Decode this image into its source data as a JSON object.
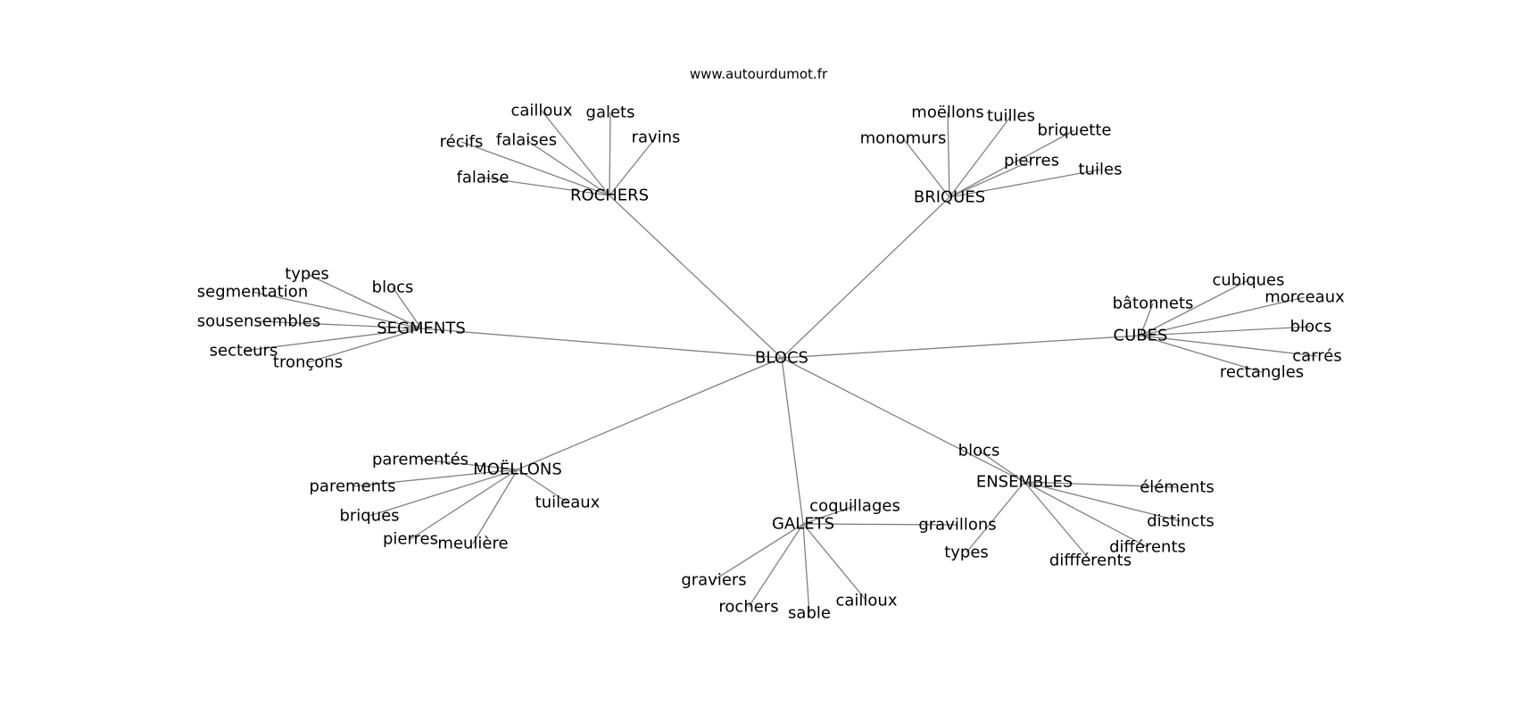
{
  "website": "www.autourdumot.fr",
  "center": {
    "id": "blocs",
    "label": "BLOCS"
  },
  "hubs": [
    {
      "id": "rochers",
      "label": "ROCHERS",
      "leaves": [
        {
          "id": "cailloux",
          "label": "cailloux"
        },
        {
          "id": "galets",
          "label": "galets"
        },
        {
          "id": "ravins",
          "label": "ravins"
        },
        {
          "id": "recifs",
          "label": "récifs"
        },
        {
          "id": "falaises",
          "label": "falaises"
        },
        {
          "id": "falaise",
          "label": "falaise"
        }
      ]
    },
    {
      "id": "briques",
      "label": "BRIQUES",
      "leaves": [
        {
          "id": "moellons-b",
          "label": "moëllons"
        },
        {
          "id": "tuilles",
          "label": "tuilles"
        },
        {
          "id": "briquette",
          "label": "briquette"
        },
        {
          "id": "monomurs",
          "label": "monomurs"
        },
        {
          "id": "pierres-b",
          "label": "pierres"
        },
        {
          "id": "tuiles",
          "label": "tuiles"
        }
      ]
    },
    {
      "id": "segments",
      "label": "SEGMENTS",
      "leaves": [
        {
          "id": "types-s",
          "label": "types"
        },
        {
          "id": "blocs-s",
          "label": "blocs"
        },
        {
          "id": "segmentation",
          "label": "segmentation"
        },
        {
          "id": "sousensembles",
          "label": "sousensembles"
        },
        {
          "id": "secteurs",
          "label": "secteurs"
        },
        {
          "id": "troncons",
          "label": "tronçons"
        }
      ]
    },
    {
      "id": "cubes",
      "label": "CUBES",
      "leaves": [
        {
          "id": "cubiques",
          "label": "cubiques"
        },
        {
          "id": "batonnets",
          "label": "bâtonnets"
        },
        {
          "id": "morceaux",
          "label": "morceaux"
        },
        {
          "id": "blocs-c",
          "label": "blocs"
        },
        {
          "id": "carres",
          "label": "carrés"
        },
        {
          "id": "rectangles",
          "label": "rectangles"
        }
      ]
    },
    {
      "id": "moellons",
      "label": "MOËLLONS",
      "leaves": [
        {
          "id": "paremente",
          "label": "parementés"
        },
        {
          "id": "parements",
          "label": "parements"
        },
        {
          "id": "briques-m",
          "label": "briques"
        },
        {
          "id": "tuileaux",
          "label": "tuileaux"
        },
        {
          "id": "pierres-m",
          "label": "pierres"
        },
        {
          "id": "meuliere",
          "label": "meulière"
        }
      ]
    },
    {
      "id": "galets-h",
      "label": "GALETS",
      "leaves": [
        {
          "id": "coquillages",
          "label": "coquillages"
        },
        {
          "id": "gravillons",
          "label": "gravillons"
        },
        {
          "id": "graviers",
          "label": "graviers"
        },
        {
          "id": "rochers-g",
          "label": "rochers"
        },
        {
          "id": "sable",
          "label": "sable"
        },
        {
          "id": "cailloux-g",
          "label": "cailloux"
        }
      ]
    },
    {
      "id": "ensembles",
      "label": "ENSEMBLES",
      "leaves": [
        {
          "id": "blocs-e",
          "label": "blocs"
        },
        {
          "id": "elements",
          "label": "éléments"
        },
        {
          "id": "distincts",
          "label": "distincts"
        },
        {
          "id": "differents1",
          "label": "différents"
        },
        {
          "id": "differents2",
          "label": "diffférents"
        },
        {
          "id": "types-e",
          "label": "types"
        }
      ]
    }
  ]
}
